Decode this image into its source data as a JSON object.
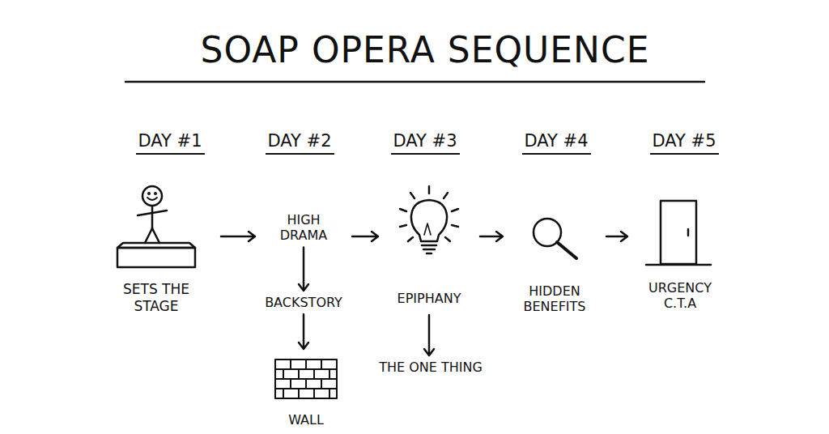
{
  "diagram": {
    "title": "SOAP OPERA SEQUENCE",
    "nodes": [
      {
        "text": [
          "SETS THE STAGE"
        ]
      },
      {
        "text": [
          "HIGH DRAMA"
        ]
      },
      {
        "text": [
          "BACKSTORY"
        ]
      },
      {
        "text": [
          "WALL"
        ]
      },
      {
        "text": [
          "EPIPHANY"
        ]
      },
      {
        "text": [
          "THE ONE THING"
        ]
      },
      {
        "text": [
          "HIDDEN BENEFITS"
        ]
      },
      {
        "text": [
          "URGENCY C.T.A"
        ]
      }
    ],
    "edges": [
      {
        "from": 0,
        "to": 1,
        "arrow": "to"
      },
      {
        "from": 1,
        "to": 4,
        "arrow": "to"
      },
      {
        "from": 4,
        "to": 6,
        "arrow": "to"
      },
      {
        "from": 6,
        "to": 7,
        "arrow": "to"
      },
      {
        "from": 1,
        "to": 2,
        "arrow": "to"
      },
      {
        "from": 2,
        "to": 3,
        "arrow": "to"
      },
      {
        "from": 4,
        "to": 5,
        "arrow": "to"
      }
    ],
    "labels": [
      "DAY #1",
      "DAY #2",
      "DAY #3",
      "DAY #4",
      "DAY #5"
    ]
  }
}
